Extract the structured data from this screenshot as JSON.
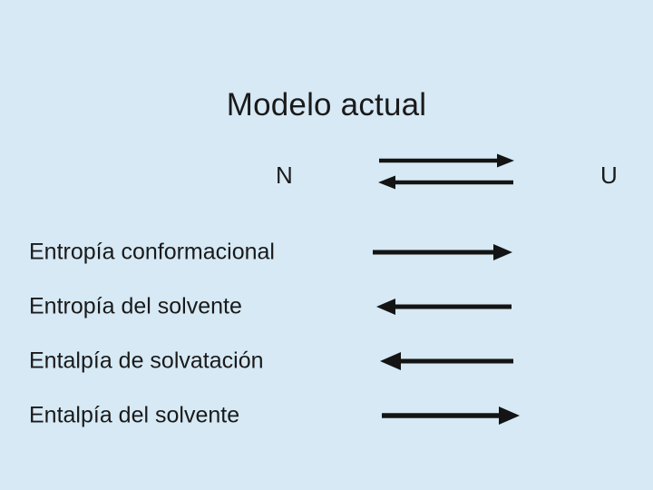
{
  "slide": {
    "title": "Modelo actual",
    "background_color": "#d6e9f5",
    "ink_color": "#141414"
  },
  "equilibrium": {
    "left_state": "N",
    "right_state": "U",
    "forward_arrow": {
      "name": "forward-arrow",
      "direction": "right"
    },
    "reverse_arrow": {
      "name": "reverse-arrow",
      "direction": "left"
    }
  },
  "rows": [
    {
      "label": "Entropía conformacional",
      "arrow_direction": "right",
      "arrow_name": "arrow-right"
    },
    {
      "label": "Entropía del solvente",
      "arrow_direction": "left",
      "arrow_name": "arrow-left"
    },
    {
      "label": "Entalpía de solvatación",
      "arrow_direction": "left",
      "arrow_name": "arrow-left"
    },
    {
      "label": "Entalpía del solvente",
      "arrow_direction": "right",
      "arrow_name": "arrow-right"
    }
  ]
}
